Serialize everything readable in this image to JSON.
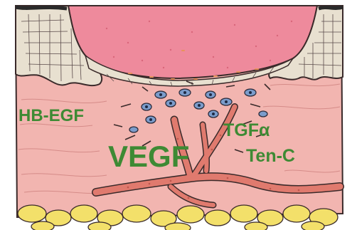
{
  "diagram": {
    "labels": {
      "hb_egf": "HB-EGF",
      "vegf": "VEGF",
      "tgf_alpha": "TGFα",
      "ten_c": "Ten-C"
    }
  },
  "colors": {
    "label_text": "#3e8a34",
    "dermis": "#f2b5b0",
    "wound_clot": "#ee8a9c",
    "epidermis": "#e8e0d0",
    "vessel": "#e07a6e",
    "fat": "#f3e06a",
    "outline": "#3a2a2a",
    "cell_blue": "#7b9ccb"
  }
}
